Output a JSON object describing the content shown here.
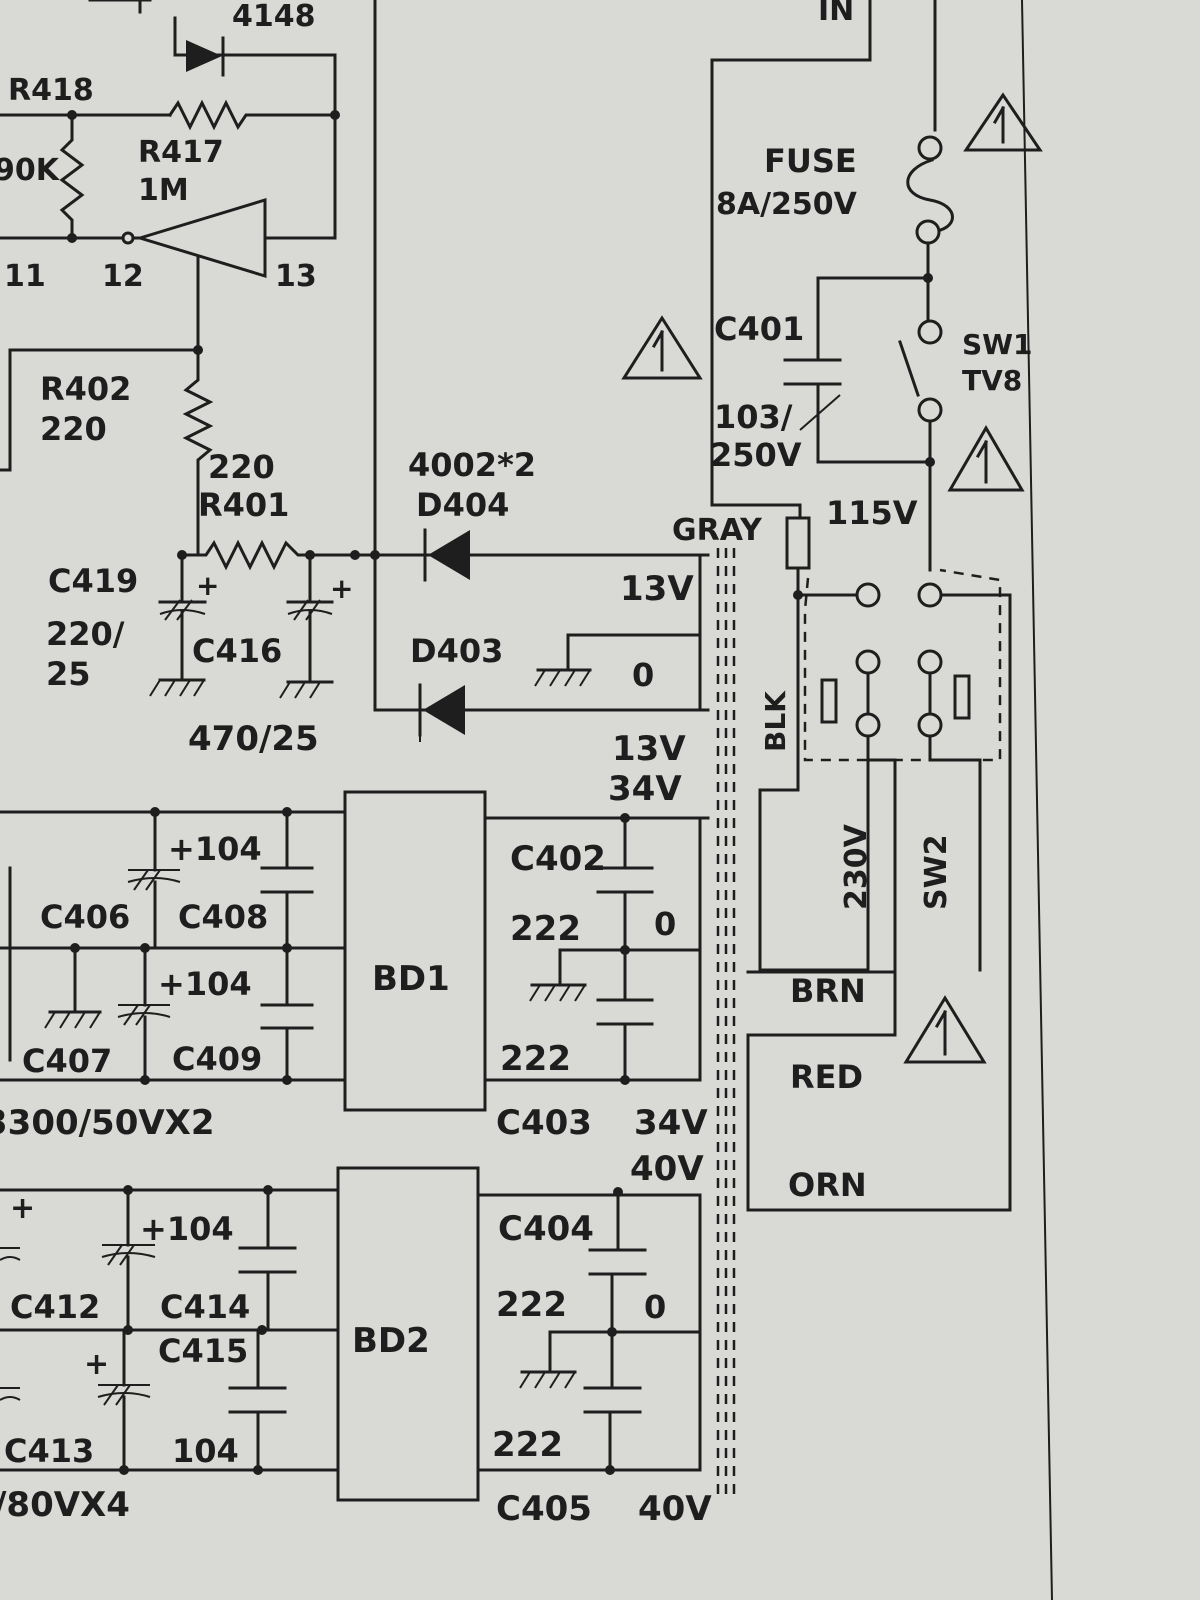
{
  "labels": {
    "d4148": "4148",
    "r418": "R418",
    "r418_val": "90K",
    "r417": "R417",
    "r417_val": "1M",
    "pin11": "11",
    "pin12": "12",
    "pin13": "13",
    "r402": "R402",
    "r402_val": "220",
    "r401_val": "220",
    "r401": "R401",
    "d404_part": "4002*2",
    "d404": "D404",
    "d403": "D403",
    "c419": "C419",
    "c419_val_a": "220/",
    "c419_val_b": "25",
    "c416": "C416",
    "c416_val": "470/25",
    "plus_a": "+",
    "plus_b": "+",
    "v13_top": "13V",
    "v0_top": "0",
    "v13_mid": "13V",
    "v34_mid": "34V",
    "gray": "GRAY",
    "blk": "BLK",
    "in": "IN",
    "fuse": "FUSE",
    "fuse_rating": "8A/250V",
    "c401": "C401",
    "c401_val_a": "103/",
    "c401_val_b": "250V",
    "sw1": "SW1",
    "sw1_type": "TV8",
    "v115": "115V",
    "v230": "230V",
    "sw2": "SW2",
    "brn": "BRN",
    "red": "RED",
    "orn": "ORN",
    "c406": "C406",
    "c407": "C407",
    "c408": "C408",
    "c409": "C409",
    "c408_val": "+104",
    "c409_val": "+104",
    "bd1_group_rating": "3300/50VX2",
    "bd1": "BD1",
    "c402": "C402",
    "c402_val": "222",
    "c403_val": "222",
    "c403": "C403",
    "v0_bd1": "0",
    "v34_low": "34V",
    "v40_top": "40V",
    "c412": "C412",
    "c413": "C413",
    "c414": "C414",
    "c415": "C415",
    "c414_val": "+104",
    "c415_val": "104",
    "bd2_group_rating": "/80VX4",
    "bd2": "BD2",
    "c404": "C404",
    "c404_val": "222",
    "c405_val": "222",
    "c405": "C405",
    "v0_bd2": "0",
    "v40_bottom": "40V",
    "plus_c": "+",
    "plus_d": "+"
  }
}
